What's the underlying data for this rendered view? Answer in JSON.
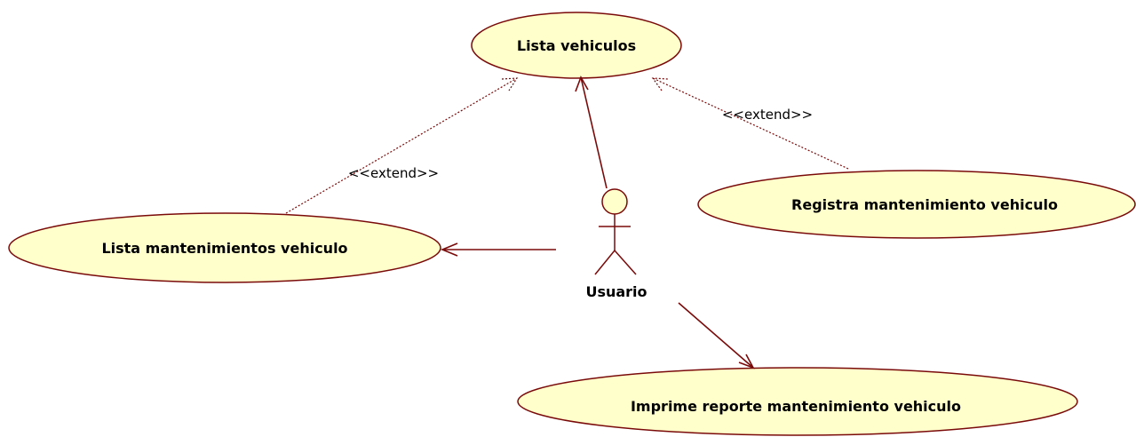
{
  "diagram": {
    "actor": {
      "name": "Usuario"
    },
    "use_cases": {
      "lista_vehiculos": "Lista vehiculos",
      "lista_mantenimientos": "Lista mantenimientos vehiculo",
      "registra_mantenimiento": "Registra mantenimiento vehiculo",
      "imprime_reporte": "Imprime reporte mantenimiento vehiculo"
    },
    "relations": {
      "extend_left": "<<extend>>",
      "extend_right": "<<extend>>"
    },
    "colors": {
      "usecase_fill": "#ffffcc",
      "line": "#7a0a0a"
    }
  }
}
